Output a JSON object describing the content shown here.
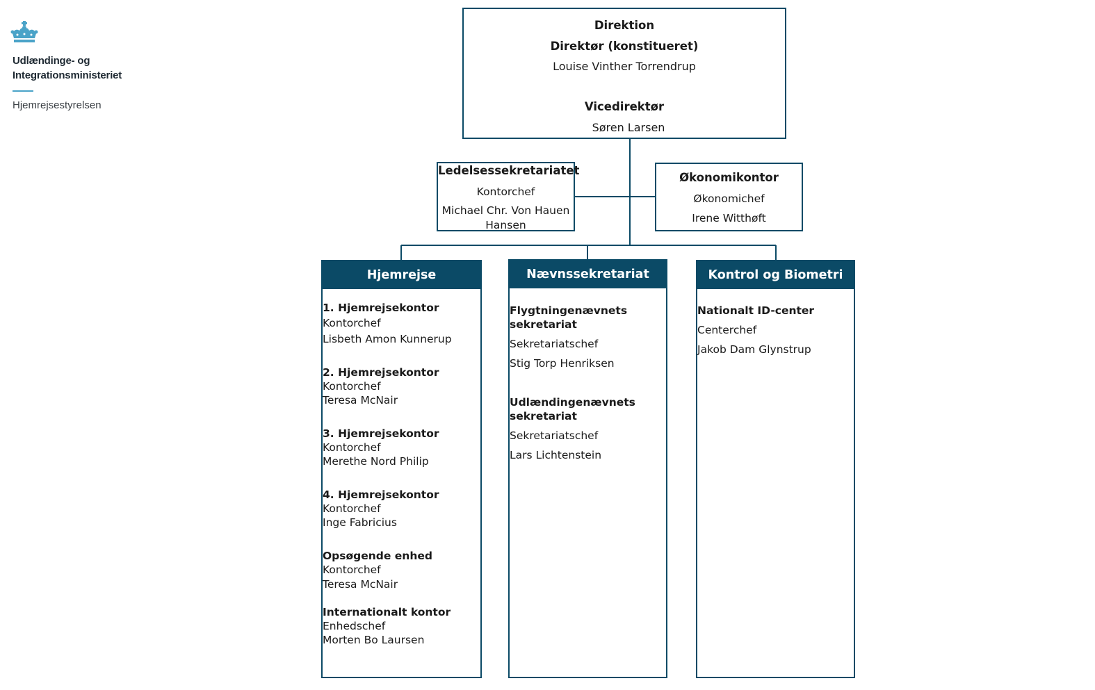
{
  "logo": {
    "line1": "Udlændinge- og",
    "line2": "Integrationsministeriet",
    "subtitle": "Hjemrejsestyrelsen"
  },
  "direktion": {
    "title": "Direktion",
    "role1": "Direktør (konstitueret)",
    "name1": "Louise Vinther Torrendrup",
    "role2": "Vicedirektør",
    "name2": "Søren Larsen"
  },
  "ledelsessekretariatet": {
    "title": "Ledelsessekretariatet",
    "role": "Kontorchef",
    "name_line1": "Michael Chr. Von Hauen",
    "name_line2": "Hansen"
  },
  "okonomikontor": {
    "title": "Økonomikontor",
    "role": "Økonomichef",
    "name": "Irene Witthøft"
  },
  "columns": [
    {
      "title": "Hjemrejse",
      "units": [
        {
          "name": "1. Hjemrejsekontor",
          "role": "Kontorchef",
          "person": "Lisbeth Amon Kunnerup"
        },
        {
          "name": "2. Hjemrejsekontor",
          "role": "Kontorchef",
          "person": "Teresa McNair"
        },
        {
          "name": "3. Hjemrejsekontor",
          "role": "Kontorchef",
          "person": "Merethe Nord Philip"
        },
        {
          "name": "4. Hjemrejsekontor",
          "role": "Kontorchef",
          "person": "Inge Fabricius"
        },
        {
          "name": "Opsøgende enhed",
          "role": "Kontorchef",
          "person": "Teresa McNair"
        },
        {
          "name": "Internationalt kontor",
          "role": "Enhedschef",
          "person": "Morten Bo Laursen"
        }
      ]
    },
    {
      "title": "Nævnssekretariat",
      "units": [
        {
          "name_line1": "Flygtningenævnets",
          "name_line2": "sekretariat",
          "role": "Sekretariatschef",
          "person": "Stig Torp Henriksen"
        },
        {
          "name_line1": "Udlændingenævnets",
          "name_line2": "sekretariat",
          "role": "Sekretariatschef",
          "person": "Lars Lichtenstein"
        }
      ]
    },
    {
      "title": "Kontrol og Biometri",
      "units": [
        {
          "name": "Nationalt ID-center",
          "role": "Centerchef",
          "person": "Jakob Dam Glynstrup"
        }
      ]
    }
  ],
  "colors": {
    "header_fill": "#0b4a66",
    "border": "#0b4a66",
    "logo_blue": "#4aa3c8"
  }
}
